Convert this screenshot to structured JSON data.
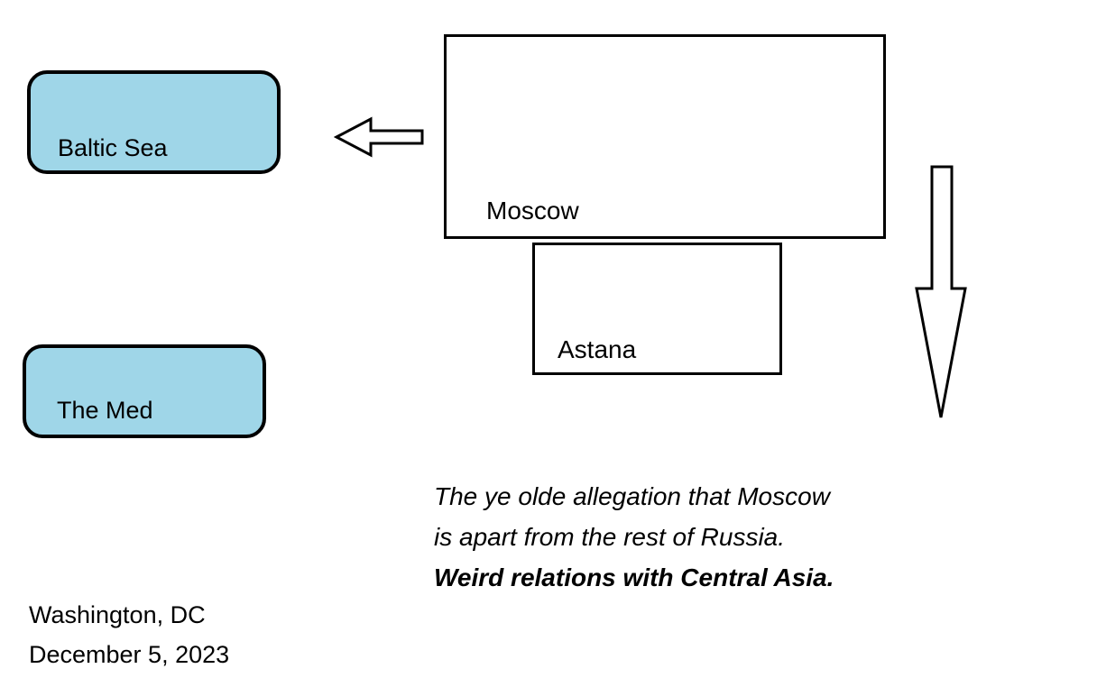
{
  "diagram": {
    "boxes": {
      "baltic_sea": {
        "label": "Baltic Sea"
      },
      "the_med": {
        "label": "The Med"
      },
      "moscow": {
        "label": "Moscow"
      },
      "astana": {
        "label": "Astana"
      }
    },
    "icons": {
      "left_arrow": "left-arrow-icon",
      "down_arrow": "down-arrow-icon"
    },
    "caption": {
      "line1": "The ye olde allegation that Moscow",
      "line2": "is apart from the rest of Russia.",
      "line3": "Weird relations with Central Asia."
    },
    "footer": {
      "location": "Washington, DC",
      "date": "December 5, 2023"
    },
    "colors": {
      "sea_fill": "#9fd6e8",
      "outline": "#000000",
      "background": "#ffffff"
    }
  }
}
